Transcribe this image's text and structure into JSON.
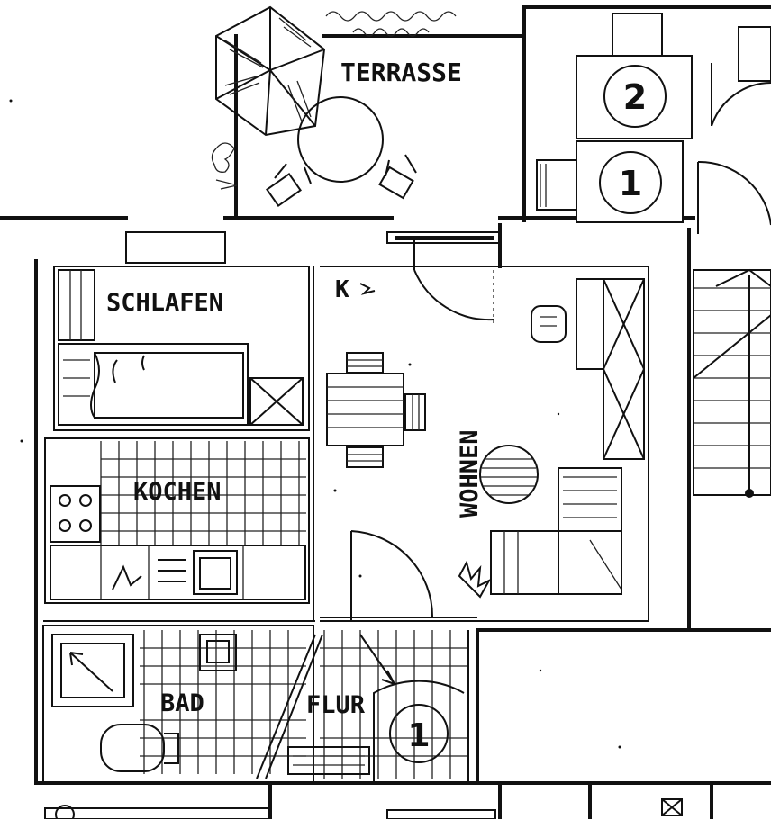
{
  "rooms": {
    "terrasse": "TERRASSE",
    "schlafen": "SCHLAFEN",
    "kochen": "KOCHEN",
    "wohnen": "WOHNEN",
    "bad": "BAD",
    "flur": "FLUR",
    "kuehlschrank": "K"
  },
  "markers": {
    "top": "2",
    "middle": "1",
    "flur": "1"
  },
  "colors": {
    "ink": "#111111",
    "paper": "#ffffff"
  }
}
